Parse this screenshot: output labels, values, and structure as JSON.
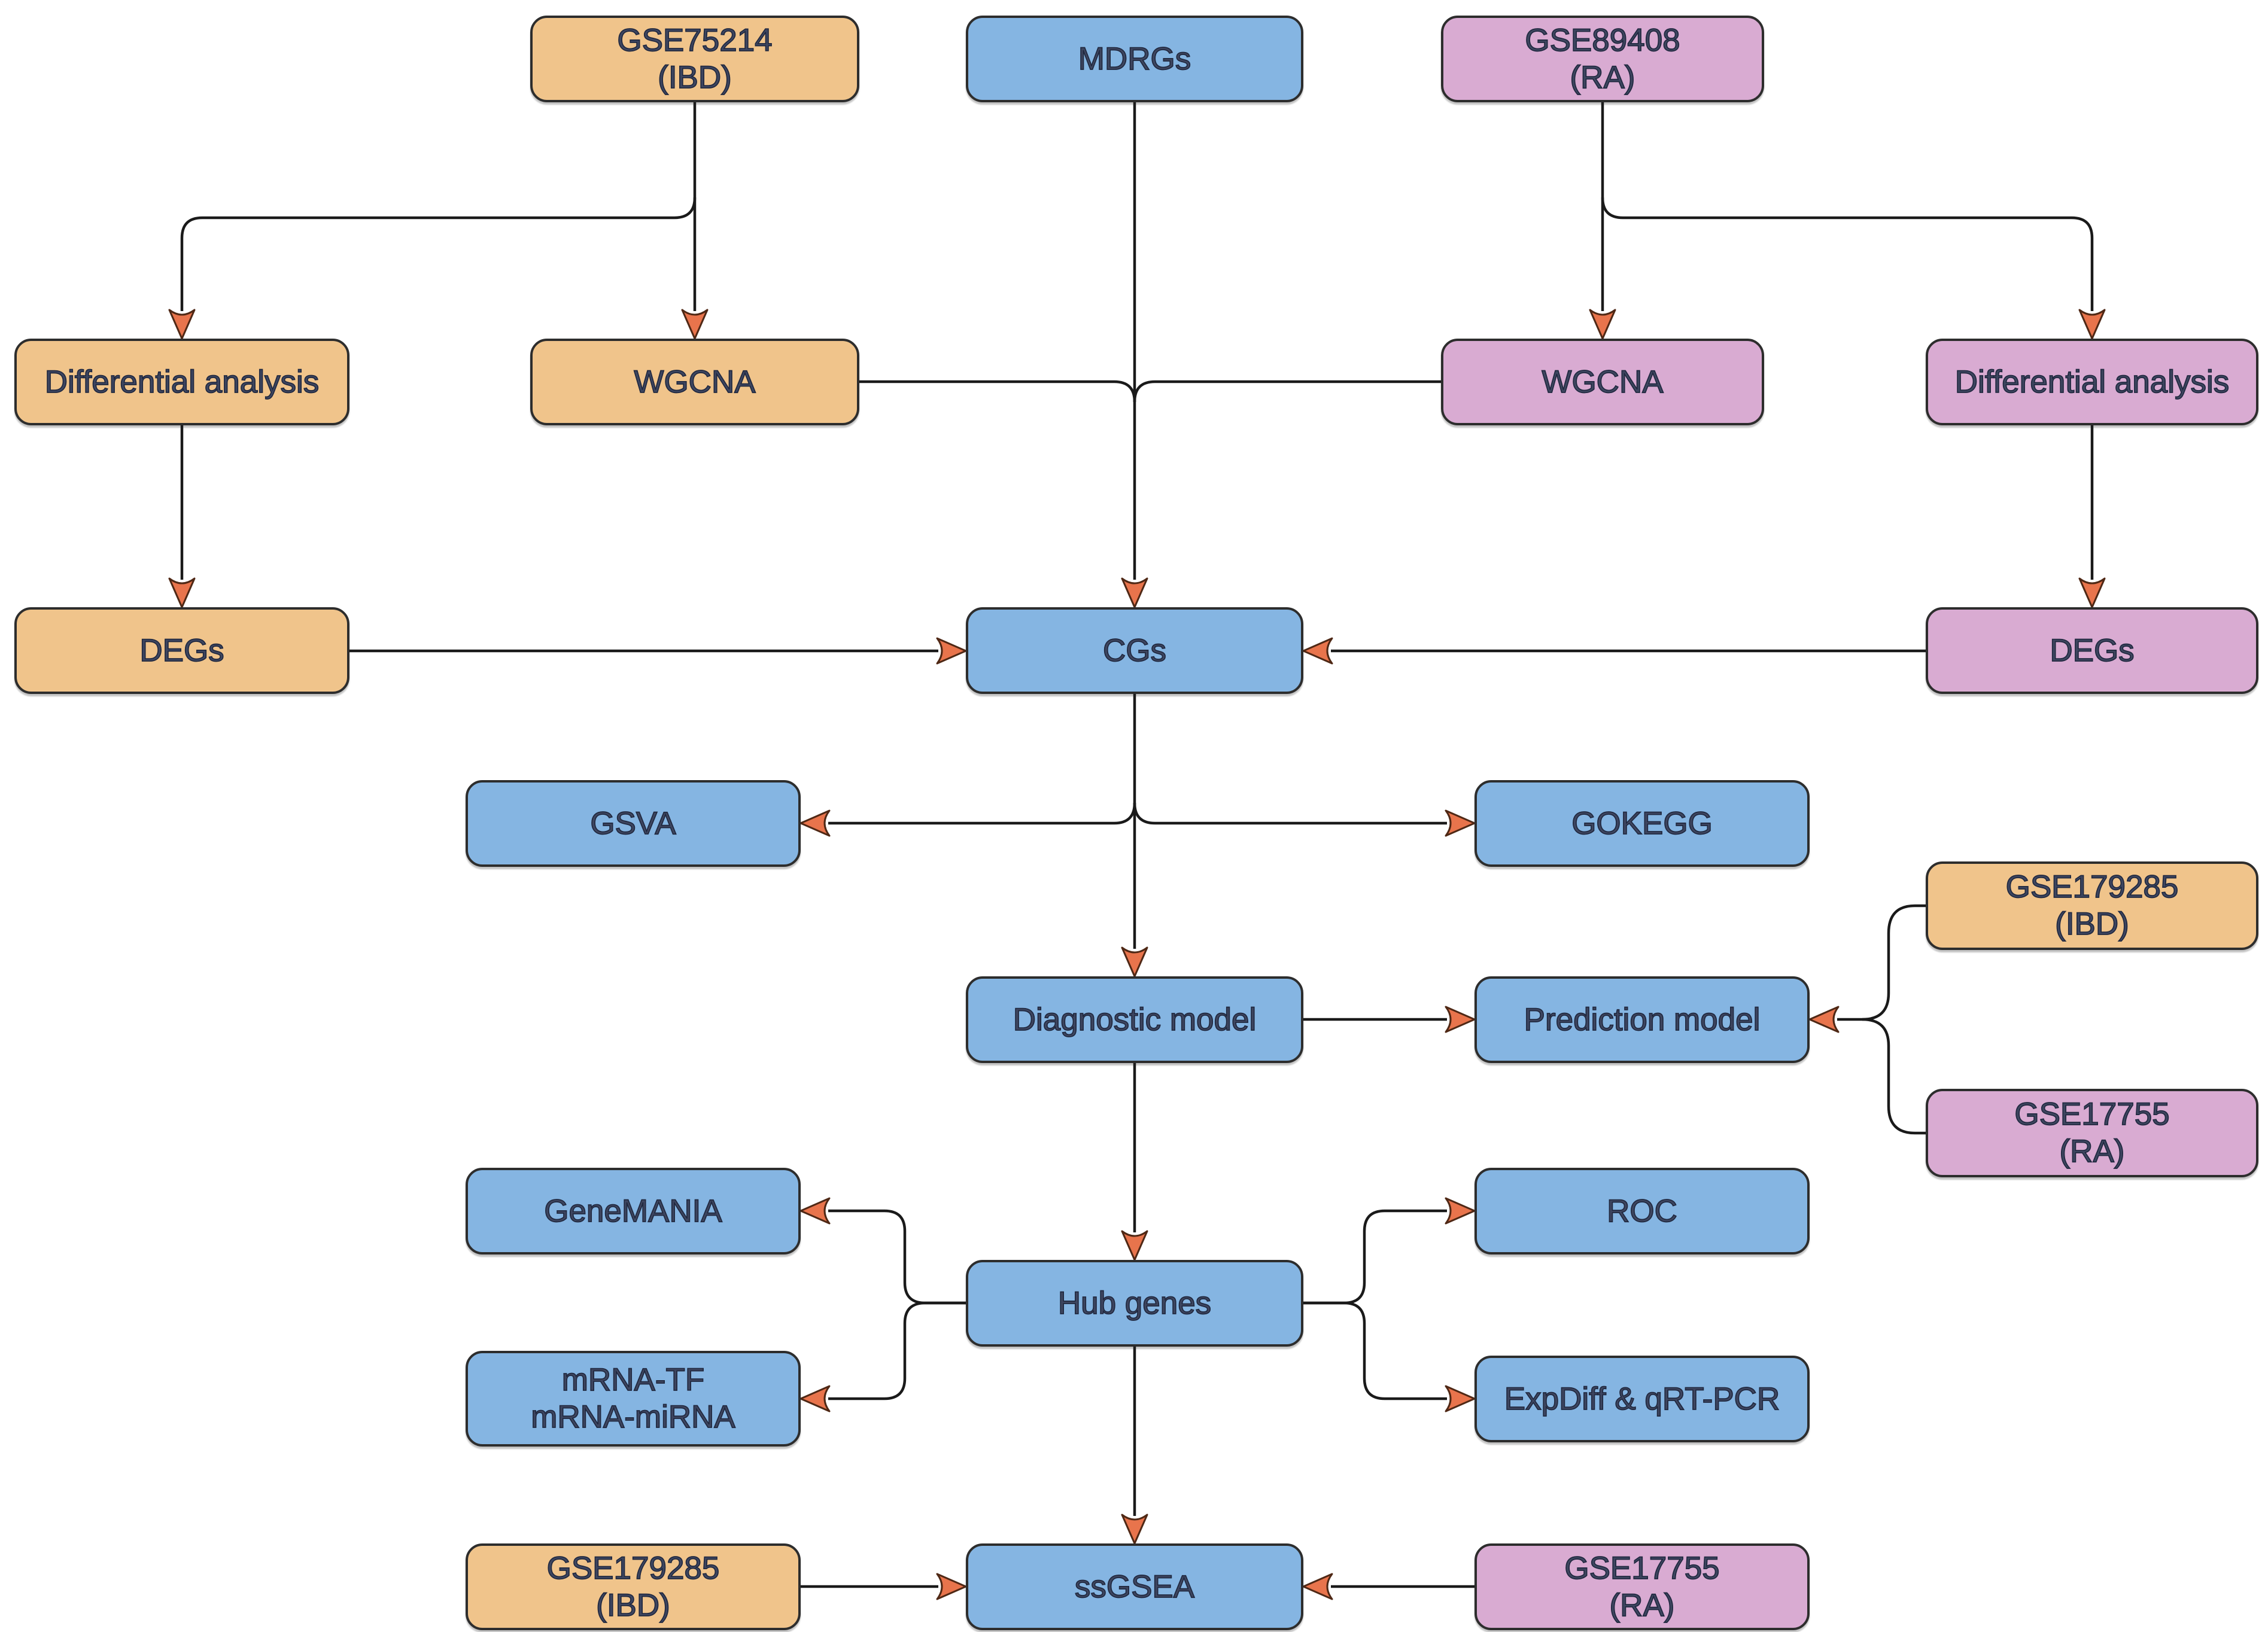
{
  "palette": {
    "background": "#ffffff",
    "orange": "#f0c48b",
    "pink": "#d9abd2",
    "blue": "#85b5e2",
    "border": "#2d2d2d",
    "line": "#1a1a1a",
    "arrow_fill": "#e8744c",
    "arrow_outline": "#4f2815",
    "text": "#3e4660",
    "text_outline": "#20283f"
  },
  "nodes": {
    "gse75214": {
      "lines": [
        "GSE75214",
        "(IBD)"
      ]
    },
    "mdrgs": {
      "lines": [
        "MDRGs"
      ]
    },
    "gse89408": {
      "lines": [
        "GSE89408",
        "(RA)"
      ]
    },
    "diff_ibd": {
      "lines": [
        "Differential analysis"
      ]
    },
    "wgcna_ibd": {
      "lines": [
        "WGCNA"
      ]
    },
    "wgcna_ra": {
      "lines": [
        "WGCNA"
      ]
    },
    "diff_ra": {
      "lines": [
        "Differential analysis"
      ]
    },
    "degs_ibd": {
      "lines": [
        "DEGs"
      ]
    },
    "cgs": {
      "lines": [
        "CGs"
      ]
    },
    "degs_ra": {
      "lines": [
        "DEGs"
      ]
    },
    "gsva": {
      "lines": [
        "GSVA"
      ]
    },
    "gokegg": {
      "lines": [
        "GOKEGG"
      ]
    },
    "gse179285_validation": {
      "lines": [
        "GSE179285",
        "(IBD)"
      ]
    },
    "diagnostic_model": {
      "lines": [
        "Diagnostic model"
      ]
    },
    "prediction_model": {
      "lines": [
        "Prediction model"
      ]
    },
    "gse17755_validation": {
      "lines": [
        "GSE17755",
        "(RA)"
      ]
    },
    "genemania": {
      "lines": [
        "GeneMANIA"
      ]
    },
    "roc": {
      "lines": [
        "ROC"
      ]
    },
    "hub_genes": {
      "lines": [
        "Hub genes"
      ]
    },
    "mrna_networks": {
      "lines": [
        "mRNA-TF",
        "mRNA-miRNA"
      ]
    },
    "expdiff_qrtpcr": {
      "lines": [
        "ExpDiff & qRT-PCR"
      ]
    },
    "gse179285_bottom": {
      "lines": [
        "GSE179285",
        "(IBD)"
      ]
    },
    "ssgsea": {
      "lines": [
        "ssGSEA"
      ]
    },
    "gse17755_bottom": {
      "lines": [
        "GSE17755",
        "(RA)"
      ]
    }
  }
}
